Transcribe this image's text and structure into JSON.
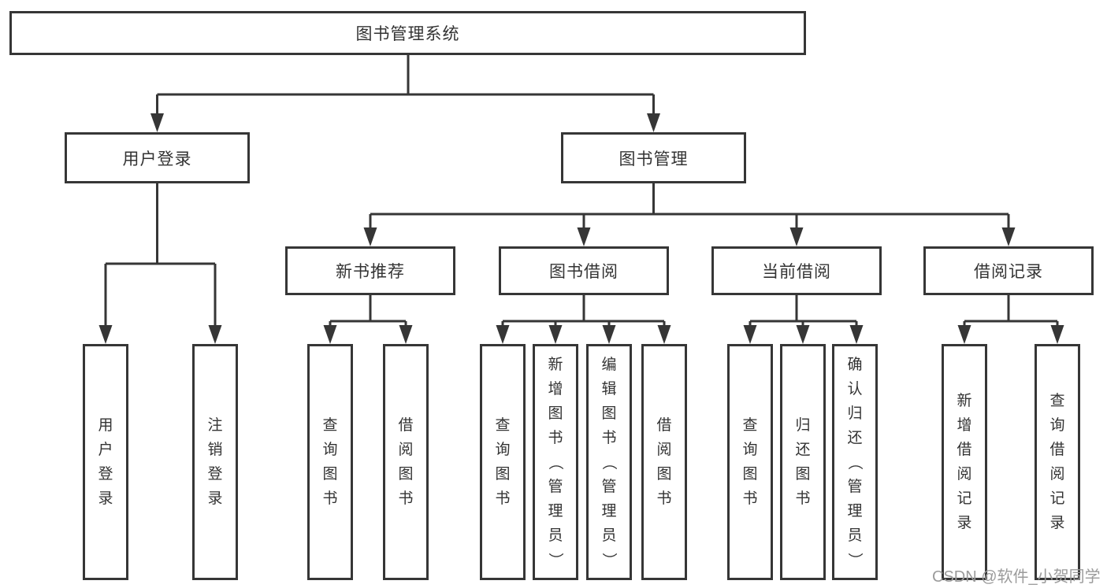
{
  "diagram": {
    "root": {
      "label": "图书管理系统"
    },
    "level2": {
      "user_login": {
        "label": "用户登录"
      },
      "book_management": {
        "label": "图书管理"
      }
    },
    "level3": {
      "new_book_recommend": {
        "label": "新书推荐"
      },
      "book_borrow": {
        "label": "图书借阅"
      },
      "current_borrow": {
        "label": "当前借阅"
      },
      "borrow_records": {
        "label": "借阅记录"
      }
    },
    "leaves": {
      "user_login_children": [
        "用户登录",
        "注销登录"
      ],
      "new_book_recommend_children": [
        "查询图书",
        "借阅图书"
      ],
      "book_borrow_children": [
        "查询图书",
        "新增图书（管理员）",
        "编辑图书（管理员）",
        "借阅图书"
      ],
      "current_borrow_children": [
        "查询图书",
        "归还图书",
        "确认归还（管理员）"
      ],
      "borrow_records_children": [
        "新增借阅记录",
        "查询借阅记录"
      ]
    }
  },
  "watermark": {
    "text": "CSDN @软件_小贺同学",
    "color": "#9b9b9b"
  },
  "colors": {
    "line": "#363636",
    "box_border": "#363636",
    "text": "#333333",
    "background": "#ffffff"
  }
}
